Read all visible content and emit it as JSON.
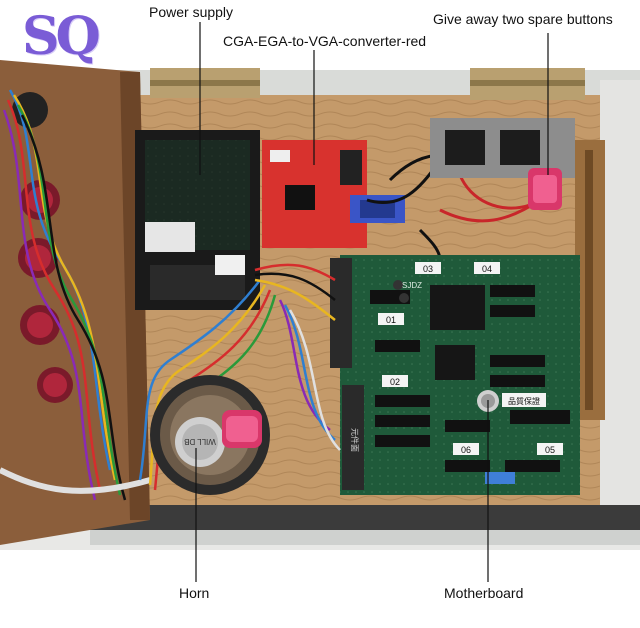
{
  "logo": {
    "text": "SQ",
    "color": "#7a5cd6"
  },
  "labels": {
    "power_supply": "Power supply",
    "converter": "CGA-EGA-to-VGA-converter-red",
    "spare_buttons": "Give away two spare buttons",
    "horn": "Horn",
    "motherboard": "Motherboard"
  },
  "board_labels": {
    "chip_01": "01",
    "chip_02": "02",
    "chip_03": "03",
    "chip_04": "04",
    "chip_05": "05",
    "chip_06": "06",
    "brand": "SJDZ",
    "warranty": "品質保證",
    "speaker_brand": "WILL DB",
    "connector_text": "元件面"
  },
  "colors": {
    "wood": "#b88a5a",
    "board_green": "#1f5a3a",
    "converter_red": "#d8322e",
    "callout_line": "#111111"
  }
}
